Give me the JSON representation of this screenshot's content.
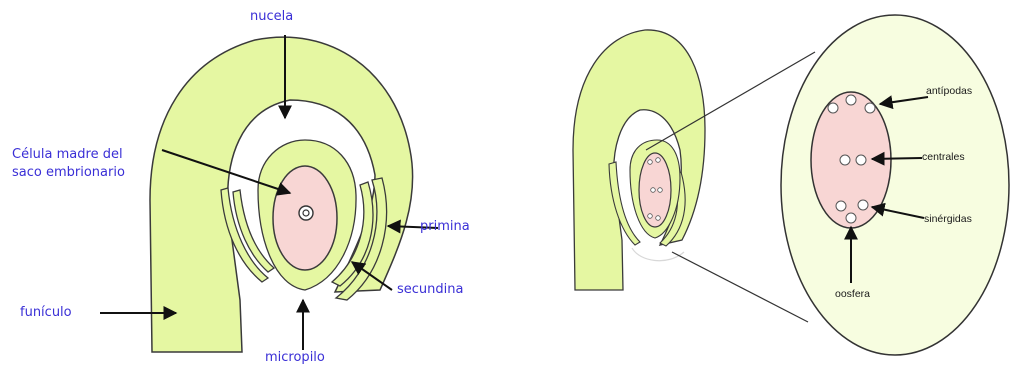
{
  "colors": {
    "tissue": "#e5f7a2",
    "tissue_stroke": "#333333",
    "sac": "#f8d6d4",
    "blue_label": "#3a2fd6",
    "enlarged_bg": "#f7fde0"
  },
  "left_diagram": {
    "labels": {
      "nucela": "nucela",
      "celula_line1": "Célula madre del",
      "celula_line2": "saco embrionario",
      "primina": "primina",
      "secundina": "secundina",
      "funiculo": "funículo",
      "micropilo": "micropilo"
    }
  },
  "right_diagram": {
    "labels": {
      "antipodas": "antípodas",
      "centrales": "centrales",
      "sinergidas": "sinérgidas",
      "oosfera": "oosfera"
    }
  }
}
